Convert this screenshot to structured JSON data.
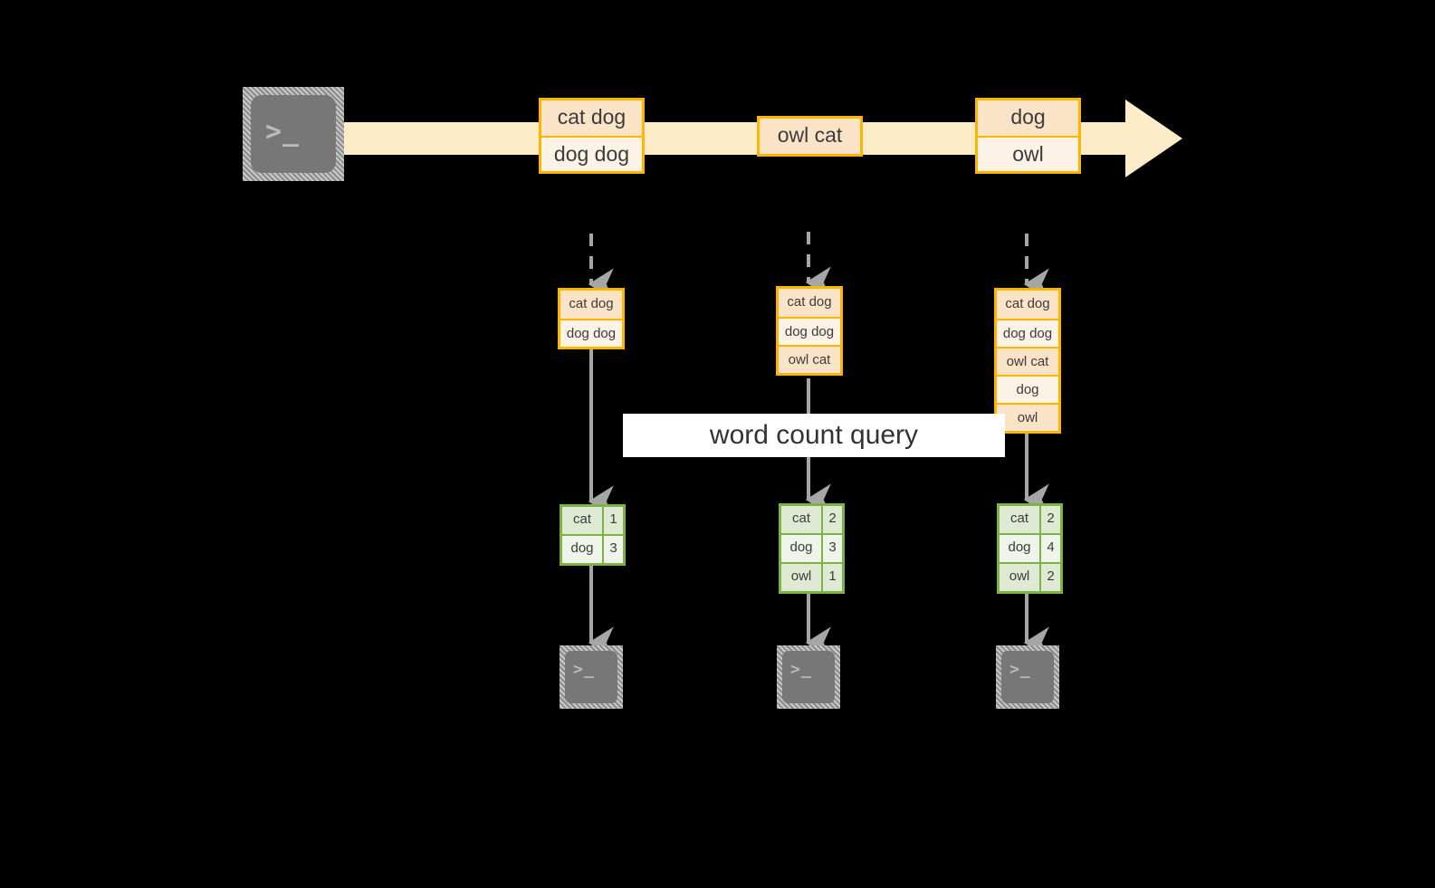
{
  "diagram": {
    "title_label": "word count query",
    "colors": {
      "stream_fill": "#fdecc8",
      "event_border": "#ffb500",
      "event_fill_light": "#fdf2e6",
      "event_fill_dark": "#fbe3c8",
      "result_border": "#7bb344",
      "result_fill_light": "#eef4e9",
      "result_fill_dark": "#dfe9d4",
      "arrow_gray": "#a6a6a6",
      "background": "#000000"
    },
    "source": {
      "icon": "terminal-icon",
      "prompt_glyph": ">_"
    },
    "stream": {
      "icon": "right-block-arrow-icon",
      "events": [
        {
          "lines": [
            "cat dog",
            "dog dog"
          ]
        },
        {
          "lines": [
            "owl cat"
          ]
        },
        {
          "lines": [
            "dog",
            "owl"
          ]
        }
      ]
    },
    "snapshots": [
      {
        "log_lines": [
          "cat dog",
          "dog dog"
        ],
        "result": {
          "rows": [
            {
              "word": "cat",
              "count": "1"
            },
            {
              "word": "dog",
              "count": "3"
            }
          ]
        },
        "sink": {
          "icon": "terminal-icon",
          "prompt_glyph": ">_"
        }
      },
      {
        "log_lines": [
          "cat dog",
          "dog dog",
          "owl cat"
        ],
        "result": {
          "rows": [
            {
              "word": "cat",
              "count": "2"
            },
            {
              "word": "dog",
              "count": "3"
            },
            {
              "word": "owl",
              "count": "1"
            }
          ]
        },
        "sink": {
          "icon": "terminal-icon",
          "prompt_glyph": ">_"
        }
      },
      {
        "log_lines": [
          "cat dog",
          "dog dog",
          "owl cat",
          "dog",
          "owl"
        ],
        "result": {
          "rows": [
            {
              "word": "cat",
              "count": "2"
            },
            {
              "word": "dog",
              "count": "4"
            },
            {
              "word": "owl",
              "count": "2"
            }
          ]
        },
        "sink": {
          "icon": "terminal-icon",
          "prompt_glyph": ">_"
        }
      }
    ]
  }
}
